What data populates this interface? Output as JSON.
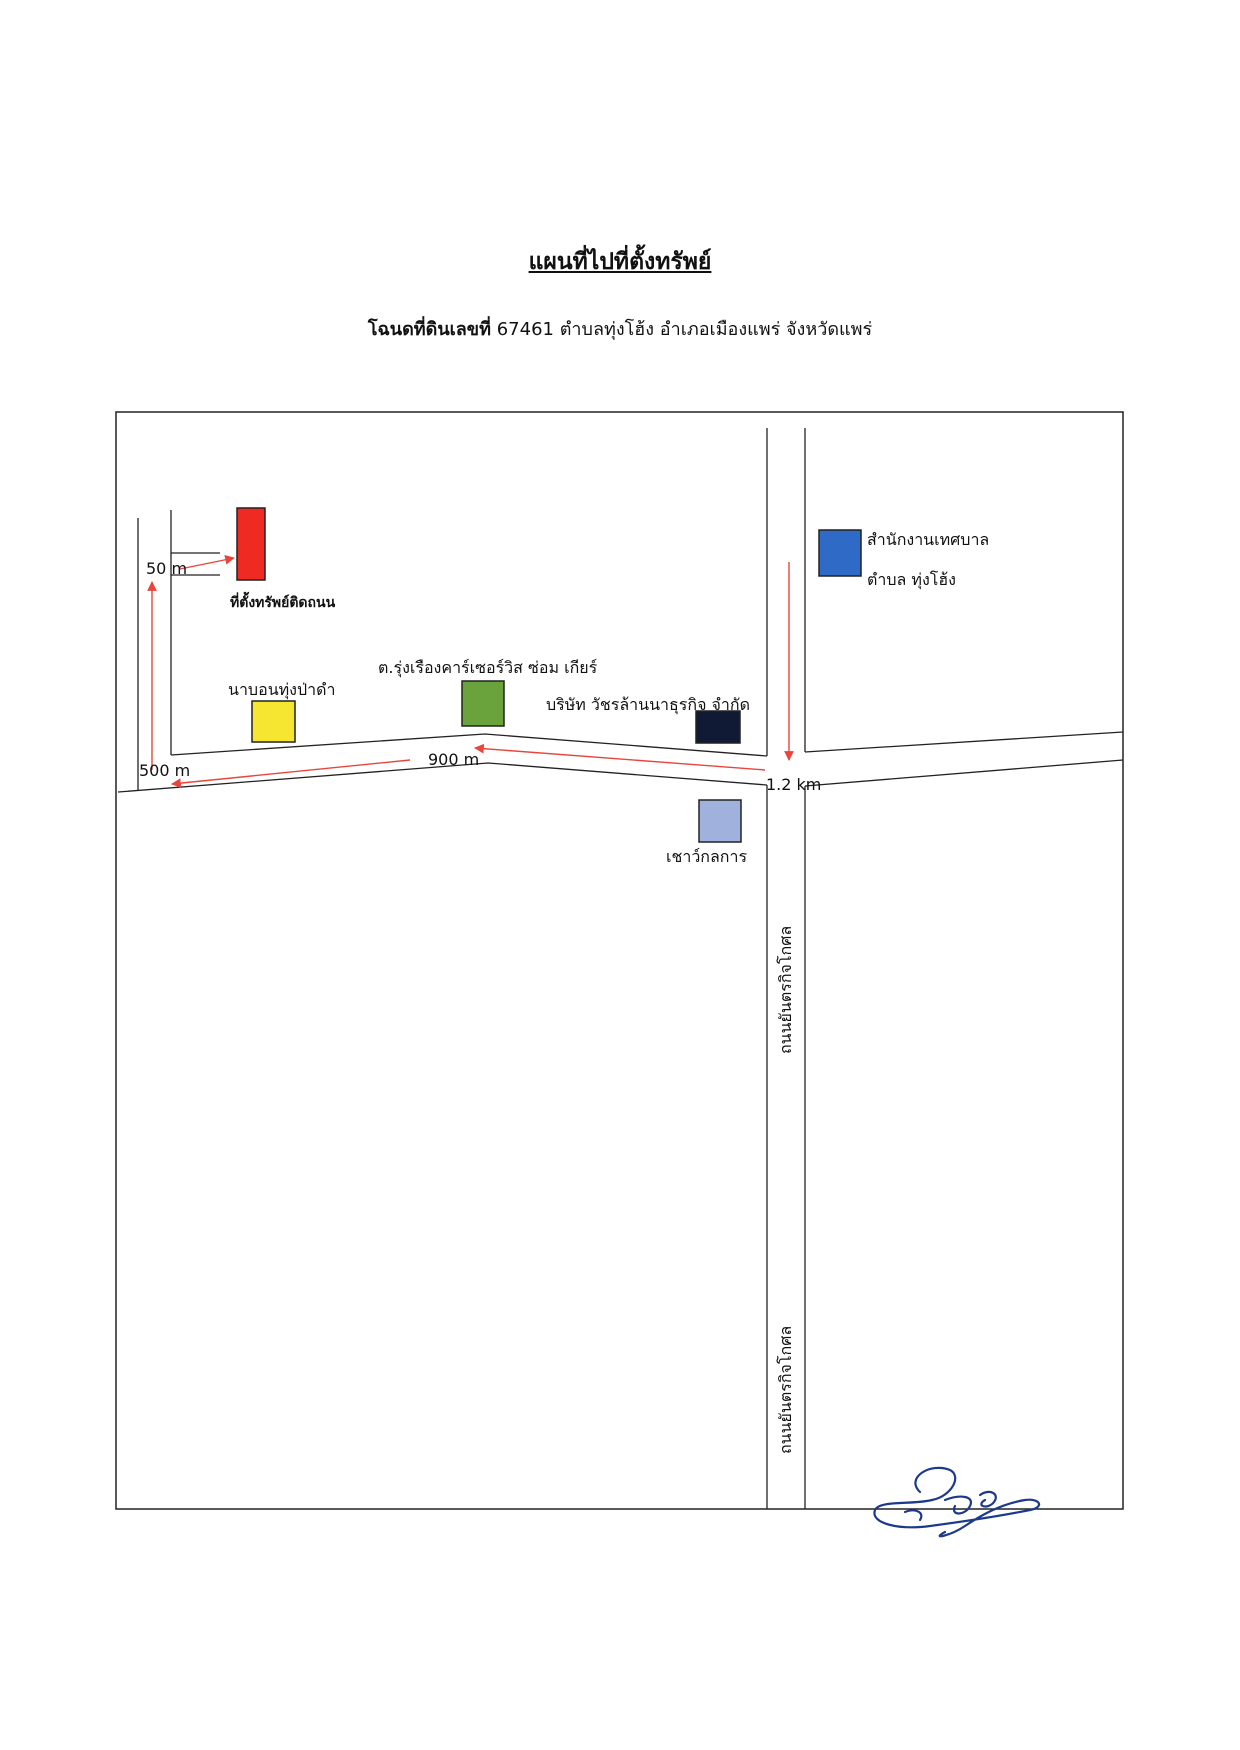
{
  "title": "แผนที่ไปที่ตั้งทรัพย์",
  "subtitle": {
    "deed_label": "โฉนดที่ดินเลขที่",
    "deed_number": "67461",
    "location": "ตำบลทุ่งโฮ้ง อำเภอเมืองแพร่ จังหวัดแพร่"
  },
  "map": {
    "landmarks": {
      "property": {
        "label": "ที่ตั้งทรัพย์ติดถนน",
        "color": "#ee2a22"
      },
      "field": {
        "label": "นาบอนทุ่งป่าดำ",
        "color": "#f6e531"
      },
      "garage": {
        "label": "ต.รุ่งเรืองคาร์เซอร์วิส ซ่อม เกียร์",
        "color": "#6aa23b"
      },
      "company": {
        "label": "บริษัท วัชรล้านนาธุรกิจ จำกัด",
        "color": "#111a35"
      },
      "municipality": {
        "label_line1": "สำนักงานเทศบาล",
        "label_line2": "ตำบล ทุ่งโฮ้ง",
        "color": "#2f6bc6"
      },
      "shop": {
        "label": "เชาว์กลการ",
        "color": "#9fb1dc"
      }
    },
    "roads": {
      "main_road_upper": "ถนนยันตรกิจโกศล",
      "main_road_lower": "ถนนยันตรกิจโกศล"
    },
    "distances": {
      "d50": "50 m",
      "d500": "500 m",
      "d900": "900 m",
      "d1200": "1.2 km"
    },
    "route_color": "#e8463d"
  },
  "signature_color": "#1b3a8c"
}
